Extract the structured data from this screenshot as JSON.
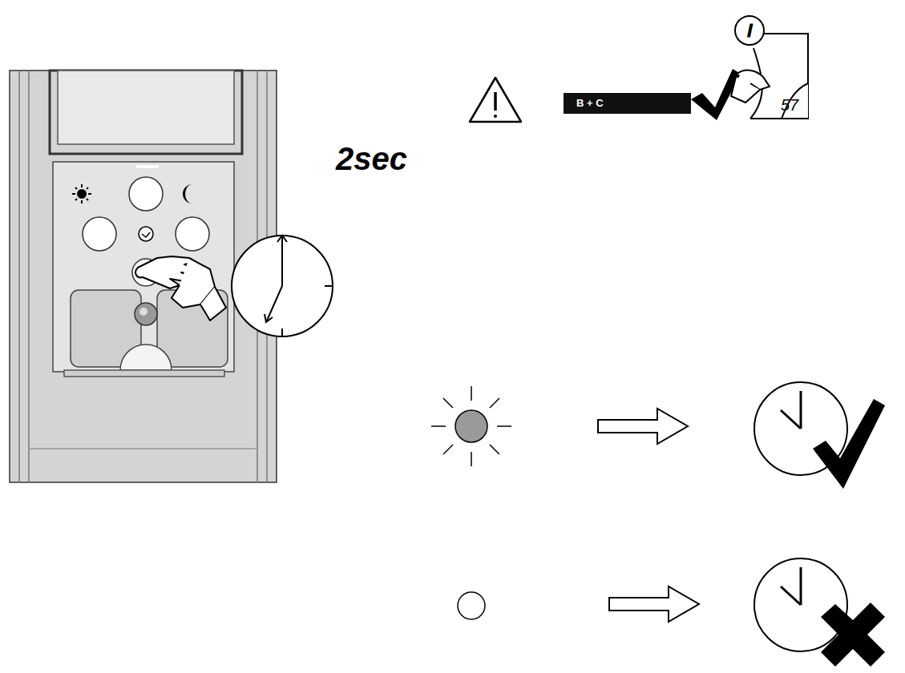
{
  "diagram": {
    "nodes": [
      {
        "text": [
          "B + C"
        ]
      }
    ],
    "labels": [
      "2sec",
      "57"
    ]
  }
}
